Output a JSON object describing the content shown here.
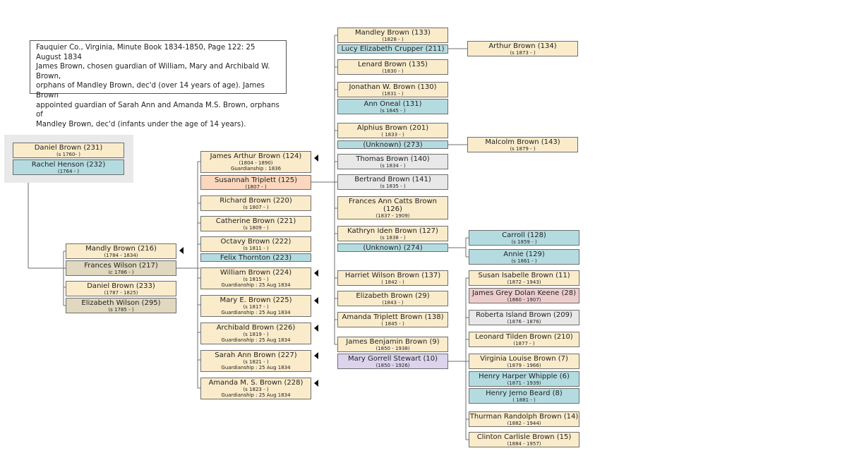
{
  "note": {
    "lines": [
      "Fauquier Co., Virginia, Minute Book 1834-1850, Page 122:  25 August 1834",
      "James Brown, chosen guardian of William,  Mary and Archibald W. Brown,",
      "orphans of Mandley Brown,  dec'd (over 14 years of age).  James Brown",
      "appointed  guardian of Sarah Ann and Amanda M.S. Brown, orphans of",
      "Mandley Brown, dec'd (infants under the age of 14 years)."
    ]
  },
  "colors": {
    "tan": "#faeccb",
    "blue": "#b4dce0",
    "khaki": "#e0d8bf",
    "peach": "#fbd7bd",
    "gray": "#e8e8e8",
    "pink": "#eccccc",
    "lavender": "#dcd4ec",
    "line": "#6e6e6e"
  },
  "persons": [
    {
      "id": "p231",
      "name": "Daniel Brown (231)",
      "dates": "(s 1760- )",
      "color": "tan"
    },
    {
      "id": "p232",
      "name": "Rachel Henson (232)",
      "dates": "(1764 - )",
      "color": "blue"
    },
    {
      "id": "p216",
      "name": "Mandly Brown (216)",
      "dates": "(1784 - 1834)",
      "color": "tan"
    },
    {
      "id": "p217",
      "name": "Frances Wilson (217)",
      "dates": "(c 1786 - )",
      "color": "khaki"
    },
    {
      "id": "p233",
      "name": "Daniel Brown (233)",
      "dates": "(1787 - 1825)",
      "color": "tan"
    },
    {
      "id": "p295",
      "name": "Elizabeth Wilson (295)",
      "dates": "(s 1785 - )",
      "color": "khaki"
    },
    {
      "id": "p124",
      "name": "James Arthur Brown (124)",
      "dates": "(1804 - 1890)",
      "guard": "Guardianship : 1836",
      "color": "tan"
    },
    {
      "id": "p125",
      "name": "Susannah Triplett (125)",
      "dates": "(1807 - )",
      "color": "peach"
    },
    {
      "id": "p220",
      "name": "Richard Brown (220)",
      "dates": "(s 1807 - )",
      "color": "tan"
    },
    {
      "id": "p221",
      "name": "Catherine Brown (221)",
      "dates": "(s 1809 - )",
      "color": "tan"
    },
    {
      "id": "p222",
      "name": "Octavy Brown (222)",
      "dates": "(s 1811 - )",
      "color": "tan"
    },
    {
      "id": "p223",
      "name": "Felix Thornton (223)",
      "dates": "",
      "color": "blue"
    },
    {
      "id": "p224",
      "name": "William Brown (224)",
      "dates": "(s 1815 - )",
      "guard": "Guardianship : 25 Aug 1834",
      "color": "tan"
    },
    {
      "id": "p225",
      "name": "Mary E. Brown (225)",
      "dates": "(s 1817 - )",
      "guard": "Guardianship : 25 Aug 1834",
      "color": "tan"
    },
    {
      "id": "p226",
      "name": "Archibald Brown (226)",
      "dates": "(s 1819 - )",
      "guard": "Guardianship : 25 Aug 1834",
      "color": "tan"
    },
    {
      "id": "p227",
      "name": "Sarah Ann Brown (227)",
      "dates": "(s 1821 - )",
      "guard": "Guardianship : 25 Aug 1834",
      "color": "tan"
    },
    {
      "id": "p228",
      "name": "Amanda M. S. Brown (228)",
      "dates": "(s 1823 - )",
      "guard": "Guardianship : 25 Aug 1834",
      "color": "tan"
    },
    {
      "id": "p133",
      "name": "Mandley Brown (133)",
      "dates": "(1828 - )",
      "color": "tan"
    },
    {
      "id": "p211",
      "name": "Lucy Elizabeth Crupper (211)",
      "dates": "",
      "color": "blue"
    },
    {
      "id": "p135",
      "name": "Lenard Brown (135)",
      "dates": "(1830 - )",
      "color": "tan"
    },
    {
      "id": "p130",
      "name": "Jonathan W. Brown (130)",
      "dates": "(1831 - )",
      "color": "tan"
    },
    {
      "id": "p131",
      "name": "Ann Oneal (131)",
      "dates": "(s 1845 - )",
      "color": "blue"
    },
    {
      "id": "p201",
      "name": "Alphius Brown (201)",
      "dates": "( 1833 - )",
      "color": "tan"
    },
    {
      "id": "p273",
      "name": "(Unknown) (273)",
      "dates": "",
      "color": "blue"
    },
    {
      "id": "p140",
      "name": "Thomas Brown (140)",
      "dates": "(s 1834 - )",
      "color": "gray"
    },
    {
      "id": "p141",
      "name": "Bertrand Brown (141)",
      "dates": "(s 1835 - )",
      "color": "gray"
    },
    {
      "id": "p126",
      "name": "Frances Ann Catts Brown (126)",
      "dates": "(1837 - 1909)",
      "color": "tan"
    },
    {
      "id": "p127",
      "name": "Kathryn Iden Brown (127)",
      "dates": "(s 1838 - )",
      "color": "tan"
    },
    {
      "id": "p274",
      "name": "(Unknown) (274)",
      "dates": "",
      "color": "blue"
    },
    {
      "id": "p137",
      "name": "Harriet Wilson Brown (137)",
      "dates": "( 1842 - )",
      "color": "tan"
    },
    {
      "id": "p29",
      "name": "Elizabeth Brown (29)",
      "dates": "(1843 - )",
      "color": "tan"
    },
    {
      "id": "p138",
      "name": "Amanda Triplett Brown (138)",
      "dates": "( 1845 - )",
      "color": "tan"
    },
    {
      "id": "p9",
      "name": "James Benjamin Brown (9)",
      "dates": "(1850 - 1938)",
      "color": "tan"
    },
    {
      "id": "p10",
      "name": "Mary Gorrell Stewart (10)",
      "dates": "(1850 - 1926)",
      "color": "lavender"
    },
    {
      "id": "p134",
      "name": "Arthur Brown (134)",
      "dates": "(s 1873 - )",
      "color": "tan"
    },
    {
      "id": "p143",
      "name": "Malcolm Brown (143)",
      "dates": "(s 1879 - )",
      "color": "tan"
    },
    {
      "id": "p128",
      "name": "Carroll (128)",
      "dates": "(s 1859 - )",
      "color": "blue"
    },
    {
      "id": "p129",
      "name": "Annie (129)",
      "dates": "(s 1861 - )",
      "color": "blue"
    },
    {
      "id": "p11",
      "name": "Susan  Isabelle Brown (11)",
      "dates": "(1872 - 1943)",
      "color": "tan"
    },
    {
      "id": "p28",
      "name": "James Grey Dolan Keene (28)",
      "dates": "(1860 - 1907)",
      "color": "pink"
    },
    {
      "id": "p209",
      "name": "Roberta Island Brown (209)",
      "dates": "(1876 - 1876)",
      "color": "gray"
    },
    {
      "id": "p210",
      "name": "Leonard Tilden Brown (210)",
      "dates": "(1877 - )",
      "color": "tan"
    },
    {
      "id": "p7",
      "name": "Virginia Louise Brown (7)",
      "dates": "(1879 - 1966)",
      "color": "tan"
    },
    {
      "id": "p6",
      "name": "Henry Harper Whipple (6)",
      "dates": "(1871 - 1939)",
      "color": "blue"
    },
    {
      "id": "p8",
      "name": "Henry Jerno Beard (8)",
      "dates": "( 1881 - )",
      "color": "blue"
    },
    {
      "id": "p14",
      "name": "Thurman Randolph Brown (14)",
      "dates": "(1882 - 1944)",
      "color": "tan"
    },
    {
      "id": "p15",
      "name": "Clinton Carlisle Brown (15)",
      "dates": "(1884 - 1957)",
      "color": "tan"
    }
  ]
}
